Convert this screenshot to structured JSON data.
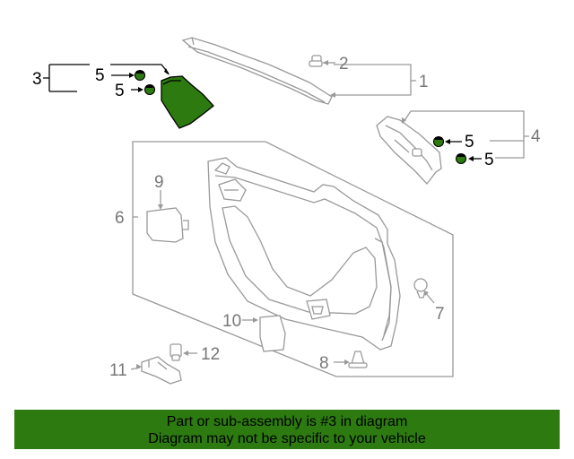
{
  "diagram": {
    "callouts": {
      "c1": "1",
      "c2": "2",
      "c3": "3",
      "c4": "4",
      "c5a": "5",
      "c5b": "5",
      "c5c": "5",
      "c5d": "5",
      "c6": "6",
      "c7": "7",
      "c8": "8",
      "c9": "9",
      "c10": "10",
      "c11": "11",
      "c12": "12"
    },
    "highlight_color": "#2d7a10"
  },
  "footer": {
    "line1": "Part or sub-assembly is #3 in diagram",
    "line2": "Diagram may not be specific to your vehicle"
  }
}
